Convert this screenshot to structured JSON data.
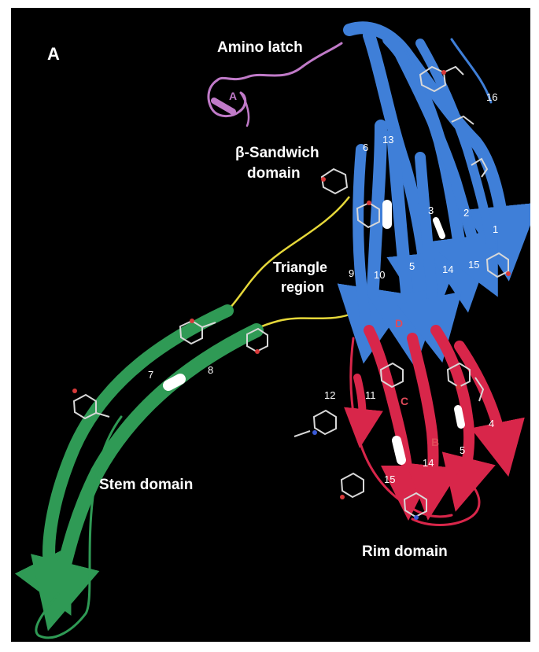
{
  "panel_letter": "A",
  "labels": {
    "amino_latch": "Amino latch",
    "latch_marker": "A",
    "beta_sandwich_1": "β-Sandwich",
    "beta_sandwich_2": "domain",
    "triangle_1": "Triangle",
    "triangle_2": "region",
    "stem_domain": "Stem domain",
    "rim_domain": "Rim domain"
  },
  "strand_numbers": {
    "blue": [
      "16",
      "6",
      "13",
      "3",
      "2",
      "1",
      "9",
      "10",
      "5",
      "14",
      "15"
    ],
    "green": [
      "7",
      "8"
    ],
    "red": [
      "12",
      "11",
      "4",
      "5",
      "14",
      "15"
    ]
  },
  "rim_letters": [
    "D",
    "C",
    "B"
  ],
  "colors": {
    "background": "#000000",
    "beta_sandwich": "#3f7fd8",
    "stem": "#2f9a55",
    "rim": "#d8264a",
    "amino_latch": "#c07ac8",
    "linker": "#e6d83a",
    "rim_letter": "#e04a5a"
  }
}
